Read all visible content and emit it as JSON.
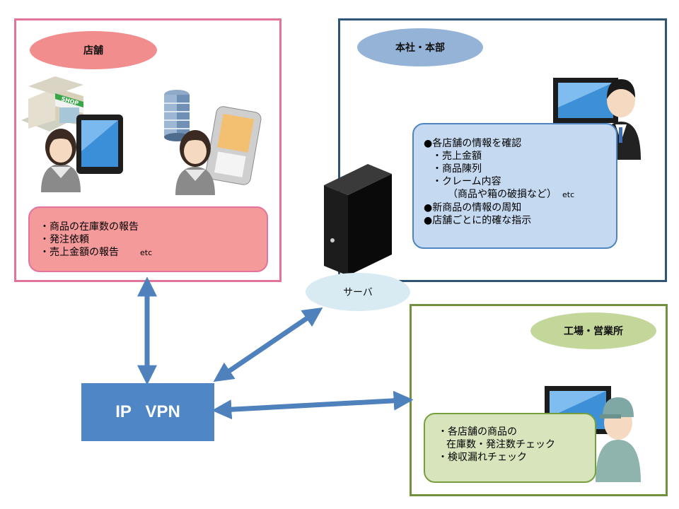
{
  "store": {
    "title": "店舗",
    "items": [
      "・商品の在庫数の報告",
      "・発注依頼",
      "・売上金額の報告"
    ],
    "etc": "etc",
    "shop_sign": "SHOP"
  },
  "hq": {
    "title": "本社・本部",
    "items": [
      "●各店舗の情報を確認",
      "・売上金額",
      "・商品陳列",
      "・クレーム内容",
      "（商品や箱の破損など）",
      "●新商品の情報の周知",
      "●店舗ごとに的確な指示"
    ],
    "etc": "etc"
  },
  "server": {
    "label": "サーバ"
  },
  "vpn": {
    "label": "IP   VPN"
  },
  "factory": {
    "title": "工場・営業所",
    "items": [
      "・各店舗の商品の",
      "在庫数・発注数チェック",
      "・検収漏れチェック"
    ]
  },
  "colors": {
    "store_border": "#e2739b",
    "hq_border": "#2e5478",
    "factory_border": "#72913f",
    "arrow": "#4f81bd",
    "vpn": "#4f86c6"
  },
  "icons": [
    "shop-building-icon",
    "office-building-icon",
    "tablet-icon",
    "handheld-terminal-icon",
    "woman-staff-icon",
    "businessman-icon",
    "factory-worker-icon",
    "monitor-icon",
    "server-tower-icon"
  ]
}
